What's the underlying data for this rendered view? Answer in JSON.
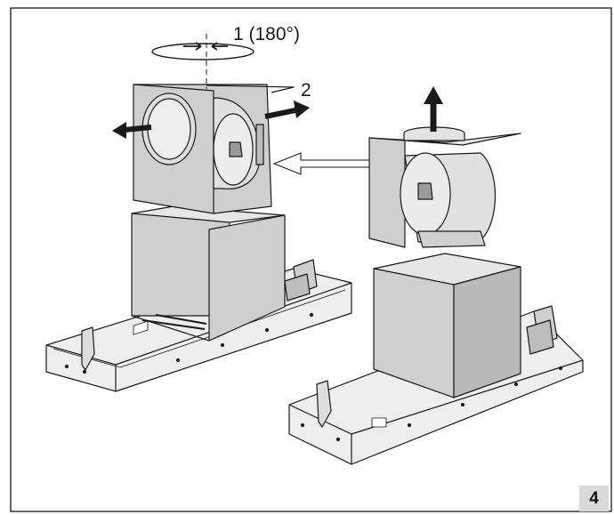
{
  "labels": {
    "step1": "1 (180°)",
    "step2": "2"
  },
  "page_number": "4",
  "colors": {
    "panel": "#cfcfcf",
    "panel_dark": "#b9b9b9",
    "light": "#eeeeee",
    "stroke": "#1a1a1a",
    "badge": "#d9d9d9"
  },
  "icons": [
    "rotate-arrow-icon",
    "move-arrow-icon",
    "lift-arrow-icon",
    "transfer-arrow-icon"
  ]
}
